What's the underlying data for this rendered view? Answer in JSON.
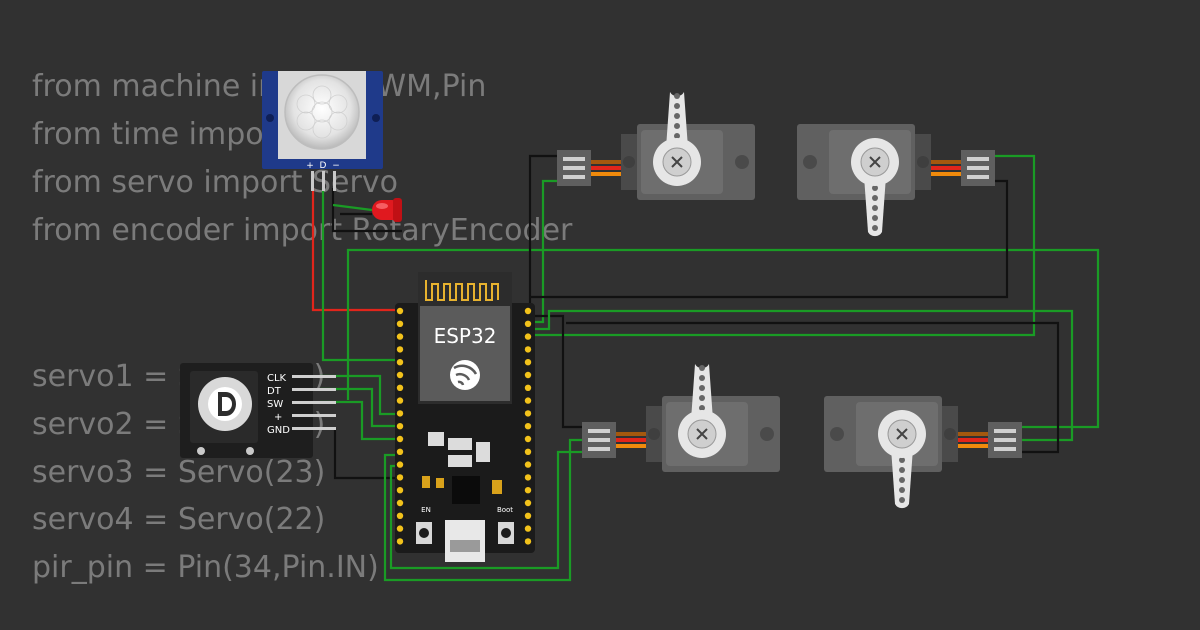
{
  "code": {
    "lines": [
      "from machine import PWM,Pin",
      "from time import sleep",
      "from servo import Servo",
      "from encoder import RotaryEncoder",
      "",
      "servo1 = Servo(18)",
      "servo2 = Servo(19)",
      "servo3 = Servo(23)",
      "servo4 = Servo(22)",
      "pir_pin = Pin(34,Pin.IN)"
    ]
  },
  "components": {
    "board": {
      "label": "ESP32",
      "en_label": "EN",
      "boot_label": "Boot"
    },
    "pir": {
      "pin_labels": [
        "+",
        "D",
        "−"
      ]
    },
    "encoder": {
      "pin_labels": [
        "CLK",
        "DT",
        "SW",
        "+",
        "GND"
      ]
    }
  },
  "colors": {
    "background": "#313131",
    "code_text": "#7b7b7b",
    "wire_green": "#1a9b25",
    "wire_red": "#e1251b",
    "wire_black": "#111111",
    "led_red": "#e0191f",
    "pin_yellow": "#f2c21b",
    "pir_blue": "#1f3a8a"
  }
}
